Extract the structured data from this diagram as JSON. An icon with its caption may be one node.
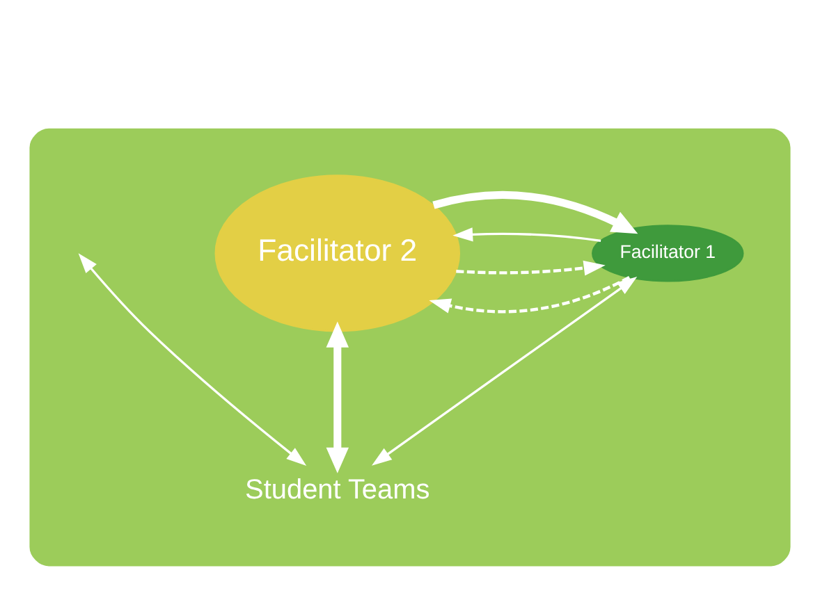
{
  "diagram": {
    "nodes": [
      {
        "text": [],
        "shape": "ellipse"
      },
      {
        "text": [
          "Facilitator 1"
        ],
        "in": 0
      },
      {
        "text": [
          "Facilitator 2"
        ],
        "in": 0
      },
      {
        "text": [
          "Student Teams"
        ],
        "in": 0
      }
    ],
    "edges": [
      {
        "from": 1,
        "to": 2,
        "arrow": "to",
        "style": "dashed"
      },
      {
        "from": 2,
        "to": 1,
        "arrow": "to",
        "style": "dashed"
      },
      {
        "from": 1,
        "to": 2,
        "arrow": "to"
      },
      {
        "from": 2,
        "to": 1,
        "arrow": "to",
        "style": "thick"
      },
      {
        "from": 1,
        "to": 3,
        "arrow": "both"
      },
      {
        "from": null,
        "to": 3,
        "arrow": "both"
      },
      {
        "from": 2,
        "to": 3,
        "arrow": "both",
        "style": "thick"
      }
    ]
  }
}
